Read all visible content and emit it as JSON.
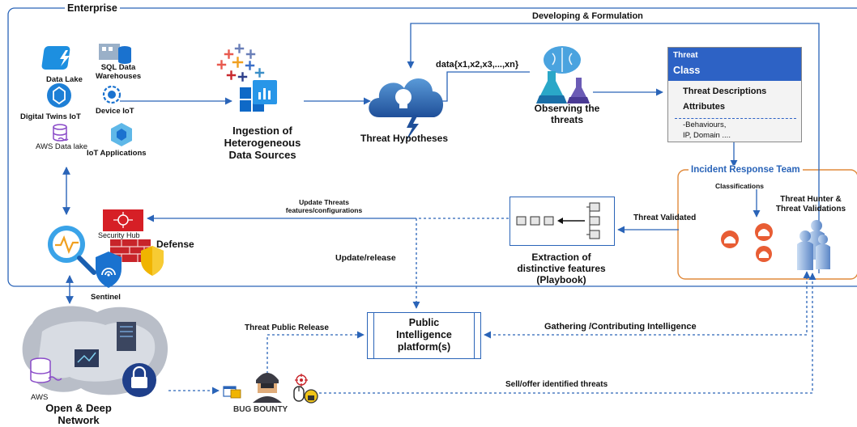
{
  "enterprise_label": "Enterprise",
  "incident_team_label": "Incident Response Team",
  "sources": {
    "data_lake": "Data Lake",
    "sql_dw_1": "SQL Data",
    "sql_dw_2": "Warehouses",
    "device_iot": "Device IoT",
    "digital_twins": "Digital Twins IoT",
    "aws_data_lake": "AWS Data lake",
    "iot_apps": "IoT Applications"
  },
  "ingestion": [
    "Ingestion of",
    "Heterogeneous",
    "Data Sources"
  ],
  "threat_hypotheses": "Threat Hypotheses",
  "developing": "Developing & Formulation",
  "data_expr": "data{x1,x2,x3,...,xn}",
  "observing": [
    "Observing the",
    "threats"
  ],
  "threat_class": {
    "small": "Threat",
    "big": "Class",
    "descriptions": "Threat Descriptions",
    "attributes": "Attributes",
    "attr_1": "-Behaviours,",
    "attr_2": "IP, Domain ...."
  },
  "classifications": "Classifications",
  "hunter": [
    "Threat Hunter &",
    "Threat Validations"
  ],
  "threat_validated": "Threat Validated",
  "extraction": [
    "Extraction of",
    "distinctive features",
    "(Playbook)"
  ],
  "update_threats": [
    "Update Threats",
    "features/configurations"
  ],
  "update_release": "Update/release",
  "security_hub": "Security Hub",
  "defense": "Defense",
  "sentinel": "Sentinel",
  "public_platform": [
    "Public",
    "Intelligence",
    "platform(s)"
  ],
  "threat_public_release": "Threat Public Release",
  "gathering": "Gathering /Contributing Intelligence",
  "sell_offer": "Sell/offer identified threats",
  "aws": "AWS",
  "open_deep": [
    "Open & Deep",
    "Network"
  ],
  "bug_bounty": "BUG BOUNTY",
  "colors": {
    "line": "#2a64b8",
    "accent": "#e05a1a",
    "class_header": "#2d62c5"
  }
}
